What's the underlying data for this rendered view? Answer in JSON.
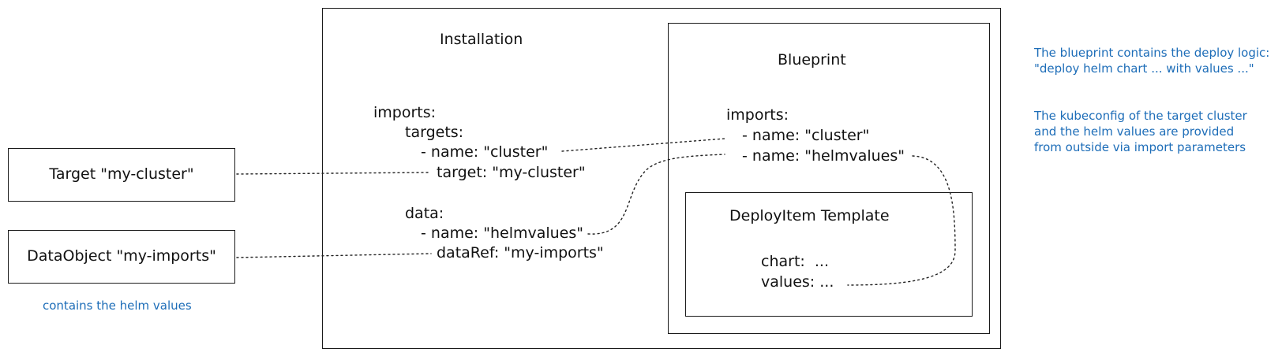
{
  "target_box": {
    "label": "Target \"my-cluster\""
  },
  "dataobject_box": {
    "label": "DataObject \"my-imports\""
  },
  "dataobject_note": "contains the helm values",
  "installation": {
    "title": "Installation",
    "imports_key": "imports:",
    "targets_key": "targets:",
    "target_name": "- name: \"cluster\"",
    "target_ref": "target: \"my-cluster\"",
    "data_key": "data:",
    "data_name": "- name: \"helmvalues\"",
    "data_ref": "dataRef: \"my-imports\""
  },
  "blueprint": {
    "title": "Blueprint",
    "imports_key": "imports:",
    "import_cluster": "- name: \"cluster\"",
    "import_helmvalues": "- name: \"helmvalues\""
  },
  "deployitem": {
    "title": "DeployItem Template",
    "chart": "chart:  ...",
    "values": "values: ..."
  },
  "notes": {
    "blueprint_line1": "The blueprint contains the deploy logic:",
    "blueprint_line2": "\"deploy helm chart ... with values ...\"",
    "kubeconfig_line1": "The kubeconfig of the target cluster",
    "kubeconfig_line2": "and the helm values are provided",
    "kubeconfig_line3": "from outside via import parameters"
  }
}
